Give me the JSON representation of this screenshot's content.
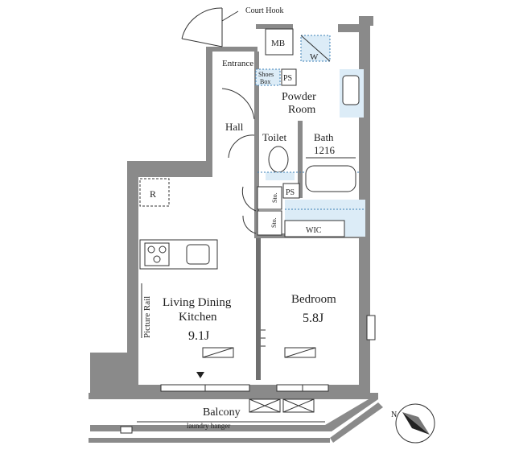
{
  "labels": {
    "court_hook": "Court Hook",
    "mb": "MB",
    "w": "W",
    "entrance": "Entrance",
    "shoes_box_1": "Shoes",
    "shoes_box_2": "Box",
    "ps_upper": "PS",
    "powder_room_1": "Powder",
    "powder_room_2": "Room",
    "hall": "Hall",
    "toilet": "Toilet",
    "bath_1": "Bath",
    "bath_2": "1216",
    "r": "R",
    "sto_1": "Sto.",
    "sto_2": "Sto.",
    "ps_lower": "PS",
    "wic": "WIC",
    "picture_rail": "Picture Rail",
    "ldk_1": "Living Dining",
    "ldk_2": "Kitchen",
    "ldk_size": "9.1J",
    "bedroom": "Bedroom",
    "bedroom_size": "5.8J",
    "balcony": "Balcony",
    "laundry_hanger": "laundry hanger",
    "north": "N"
  },
  "colors": {
    "wall": "#8a8a8a",
    "water_area": "#dcecf7",
    "water_line": "#3d7fb4"
  }
}
